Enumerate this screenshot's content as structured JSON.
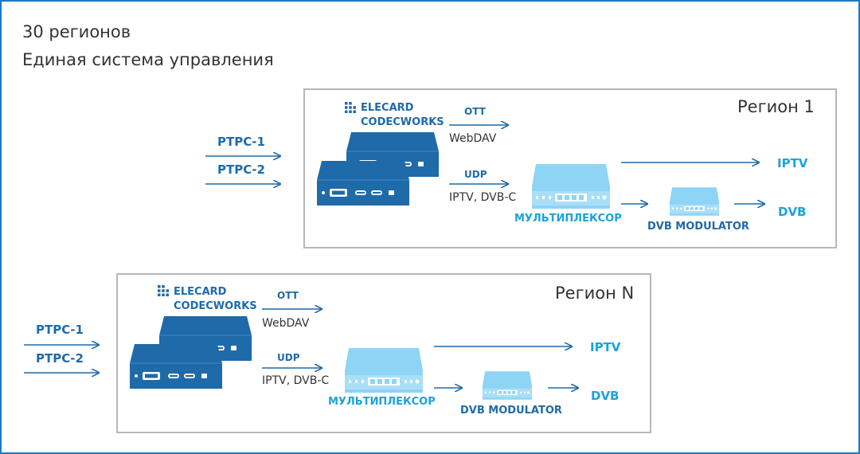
{
  "header": {
    "line1": "30 регионов",
    "line2": "Единая система управления"
  },
  "regions": [
    {
      "title": "Регион 1",
      "inputs": [
        "РТРС-1",
        "РТРС-2"
      ],
      "brand": [
        "ELECARD",
        "CODECWORKS"
      ],
      "ott": "OTT",
      "ott_proto": "WebDAV",
      "udp": "UDP",
      "udp_proto": "IPTV, DVB-C",
      "mux": "МУЛЬТИПЛЕКСОР",
      "modulator": "DVB MODULATOR",
      "iptv": "IPTV",
      "dvb": "DVB"
    },
    {
      "title": "Регион N",
      "inputs": [
        "РТРС-1",
        "РТРС-2"
      ],
      "brand": [
        "ELECARD",
        "CODECWORKS"
      ],
      "ott": "OTT",
      "ott_proto": "WebDAV",
      "udp": "UDP",
      "udp_proto": "IPTV, DVB-C",
      "mux": "МУЛЬТИПЛЕКСОР",
      "modulator": "DVB MODULATOR",
      "iptv": "IPTV",
      "dvb": "DVB"
    }
  ],
  "colors": {
    "frame": "#1a7bc4",
    "device_dark": "#1f6aa8",
    "device_light": "#8ed4f5",
    "accent_cyan": "#1ba3dc",
    "region_border": "#b8b8b8"
  }
}
